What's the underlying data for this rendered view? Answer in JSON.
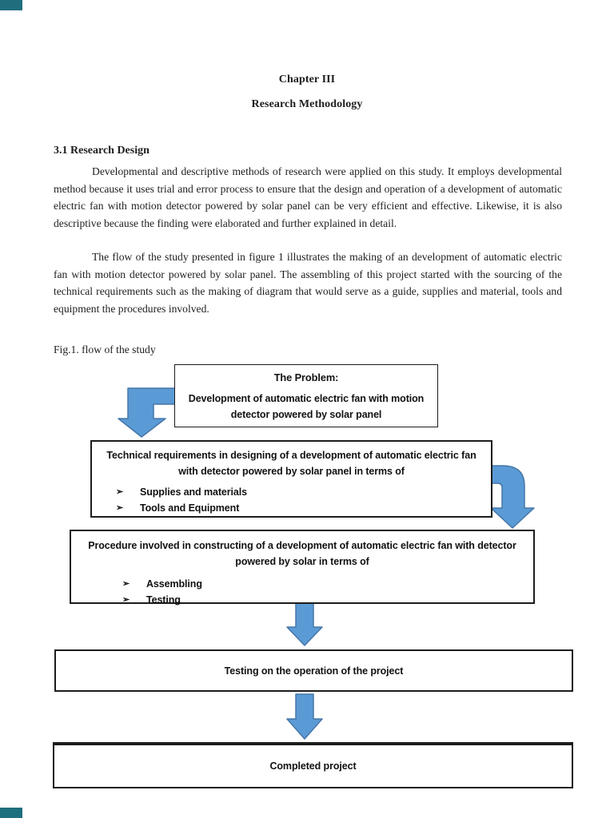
{
  "doc": {
    "chapter_title": "Chapter III",
    "chapter_subtitle": "Research Methodology",
    "section_heading": "3.1 Research Design",
    "paragraphs": [
      "Developmental and descriptive methods of research were applied on this study. It employs developmental method because it uses trial and error process to ensure that the design and operation of a development of automatic electric fan with motion detector powered by solar panel can be very efficient and effective. Likewise, it is also descriptive because the finding were elaborated and further explained in detail.",
      "The flow of the study presented in figure 1 illustrates the making of an development of automatic electric fan with motion detector powered by solar panel. The assembling of this project started with the sourcing of the technical requirements such as the making of diagram that would serve as a guide, supplies and material, tools and equipment the procedures involved."
    ],
    "figure_caption": "Fig.1. flow of the study"
  },
  "flowchart": {
    "bullet_glyph": "➢",
    "arrow_color": "#5b9bd5",
    "arrow_outline_color": "#4576a8",
    "box_border_color": "#1c1c1c",
    "boxes": [
      {
        "name": "problem",
        "title": "The Problem:",
        "body": "Development of automatic electric fan with motion detector powered by solar panel"
      },
      {
        "name": "technical-requirements",
        "body": "Technical requirements in designing of a development of automatic electric fan with detector powered by solar panel in terms of",
        "bullets": [
          "Supplies and materials",
          "Tools and Equipment"
        ]
      },
      {
        "name": "procedure",
        "body": "Procedure involved in constructing of a development of automatic electric fan with detector powered by solar in terms of",
        "bullets": [
          "Assembling",
          "Testing"
        ]
      },
      {
        "name": "testing",
        "body": "Testing on the operation of the project"
      },
      {
        "name": "completed",
        "body": "Completed project"
      }
    ]
  },
  "decorations": {
    "corner_mark_color": "#1f6e7e"
  }
}
